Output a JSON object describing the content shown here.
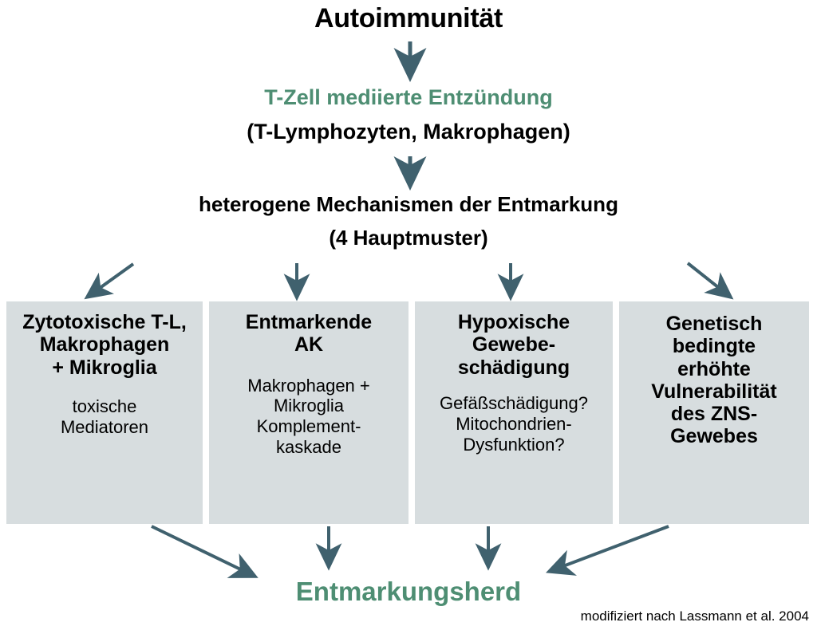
{
  "colors": {
    "accent_green": "#4e8e73",
    "panel_background": "#d7dddf",
    "arrow": "#40616e",
    "text": "#000000",
    "page_background": "#ffffff"
  },
  "header": {
    "title": "Autoimmunität"
  },
  "flow": {
    "stage_1_green": "T-Zell mediierte Entzündung",
    "stage_1_detail": "(T-Lymphozyten, Makrophagen)",
    "stage_2_line1": "heterogene Mechanismen der Entmarkung",
    "stage_2_line2": "(4 Hauptmuster)"
  },
  "panels": [
    {
      "title": "Zytotoxische T-L,\nMakrophagen\n+ Mikroglia",
      "subtitle": "toxische\nMediatoren"
    },
    {
      "title": "Entmarkende\nAK",
      "subtitle": "Makrophagen +\nMikroglia\nKomplement-\nkaskade"
    },
    {
      "title": "Hypoxische\nGewebe-\nschädigung",
      "subtitle": "Gefäßschädigung?\nMitochondrien-\nDysfunktion?"
    },
    {
      "title": "Genetisch\nbedingte\nerhöhte\nVulnerabilität\ndes ZNS-\nGewebes",
      "subtitle": ""
    }
  ],
  "result": {
    "label": "Entmarkungsherd"
  },
  "credit": {
    "text": "modifiziert nach Lassmann et al. 2004"
  },
  "arrows": {
    "count": 11,
    "description": "vertical and diagonal flow arrows in dark slate"
  }
}
